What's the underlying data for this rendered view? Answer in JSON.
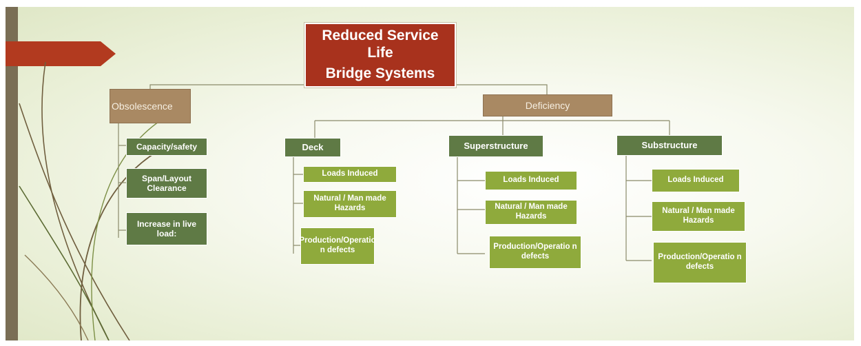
{
  "title": {
    "line1": "Reduced Service",
    "line2": "Life",
    "line3": "Bridge Systems"
  },
  "obsolescence": {
    "label": "Obsolescence",
    "items": [
      "Capacity/safety",
      "Span/Layout Clearance",
      "Increase in live load:"
    ]
  },
  "deficiency": {
    "label": "Deficiency",
    "groups": [
      {
        "label": "Deck",
        "items": [
          "Loads Induced",
          "Natural / Man made Hazards",
          "Production/Operatio n defects"
        ]
      },
      {
        "label": "Superstructure",
        "items": [
          "Loads Induced",
          "Natural / Man made Hazards",
          "Production/Operatio n defects"
        ]
      },
      {
        "label": "Substructure",
        "items": [
          "Loads Induced",
          "Natural / Man made Hazards",
          "Production/Operatio n defects"
        ]
      }
    ]
  },
  "colors": {
    "title_bg": "#a8321d",
    "tan": "#a98963",
    "dark_green": "#5f7a45",
    "light_green": "#8faa3c",
    "connector": "#8a8a6a"
  }
}
